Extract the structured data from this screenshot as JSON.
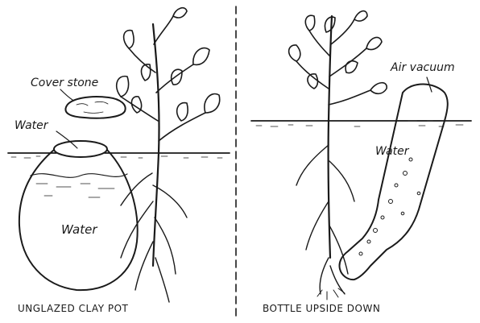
{
  "left_panel": {
    "label_cover_stone": "Cover stone",
    "label_water_top": "Water",
    "label_water_pot": "Water",
    "caption": "UNGLAZED CLAY POT"
  },
  "right_panel": {
    "label_air_vacuum": "Air vacuum",
    "label_water_bottle": "Water",
    "caption": "BOTTLE UPSIDE DOWN"
  },
  "colors": {
    "ink": "#1a1a1a",
    "paper": "#ffffff"
  }
}
